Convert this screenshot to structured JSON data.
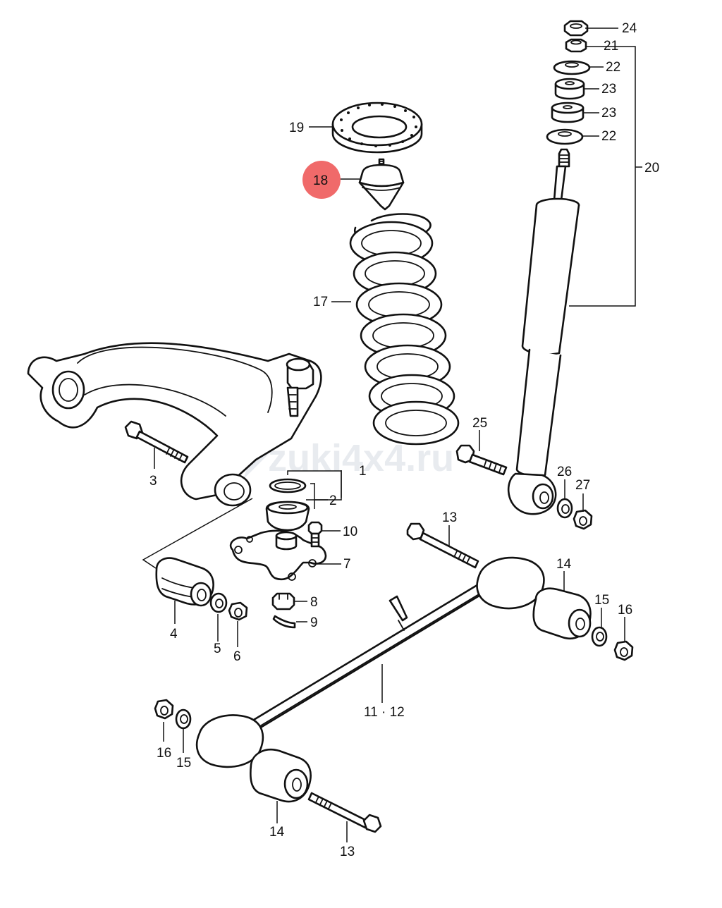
{
  "watermark": "zuki4x4.ru",
  "highlight_color": "#f06a6a",
  "callouts": {
    "c1": "1",
    "c2": "2",
    "c3": "3",
    "c4": "4",
    "c5": "5",
    "c6": "6",
    "c7": "7",
    "c8": "8",
    "c9": "9",
    "c10": "10",
    "c11_12": "11 · 12",
    "c13_top": "13",
    "c13_bottom": "13",
    "c14_right": "14",
    "c14_left": "14",
    "c15_right": "15",
    "c15_left": "15",
    "c16_right": "16",
    "c16_left": "16",
    "c17": "17",
    "c18": "18",
    "c19": "19",
    "c20": "20",
    "c21": "21",
    "c22_top": "22",
    "c22_bottom": "22",
    "c23_top": "23",
    "c23_bottom": "23",
    "c24": "24",
    "c25": "25",
    "c26": "26",
    "c27": "27"
  }
}
